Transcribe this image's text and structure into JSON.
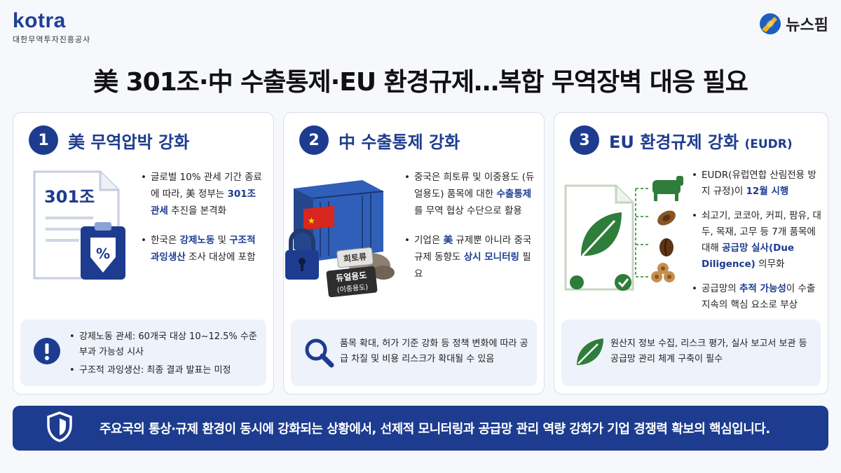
{
  "brand": {
    "kotra_word": "kotra",
    "kotra_sub": "대한무역투자진흥공사",
    "news_word": "뉴스핌"
  },
  "headline": "美 301조·中 수출통제·EU 환경규제…복합 무역장벽 대응 필요",
  "cards": [
    {
      "num": "1",
      "title": "美 무역압박 강화",
      "doc_label": "301조",
      "bullets": [
        [
          "글로벌 10% 관세 기간 종료에 따라, 美 정부는 ",
          "301조 관세",
          " 추진을 본격화"
        ],
        [
          "한국은 ",
          "강제노동",
          " 및 ",
          "구조적 과잉생산",
          " 조사 대상에 포함"
        ]
      ],
      "note": [
        "강제노동 관세: 60개국 대상 10~12.5% 수준 부과 가능성 시사",
        "구조적 과잉생산: 최종 결과 발표는 미정"
      ]
    },
    {
      "num": "2",
      "title": "中 수출통제 강화",
      "tag_top": "희토류",
      "tag_mid": "듀얼용도",
      "tag_sub": "(이중용도)",
      "bullets": [
        [
          "중국은 희토류 및 이중용도 (듀얼용도) 품목에 대한 ",
          "수출통제",
          "를 무역 협상 수단으로 활용"
        ],
        [
          "기업은 ",
          "美",
          " 규제뿐 아니라 중국 규제 동향도 ",
          "상시 모니터링",
          " 필요"
        ]
      ],
      "note": "품목 확대, 허가 기준 강화 등 정책 변화에 따라 공급 차질 및 비용 리스크가 확대될 수 있음"
    },
    {
      "num": "3",
      "title": "EU 환경규제 강화",
      "title_suffix": "(EUDR)",
      "bullets": [
        [
          "EUDR(유럽연합 산림전용 방지 규정)이 ",
          "12월 시행",
          ""
        ],
        [
          "쇠고기, 코코아, 커피, 팜유, 대두, 목재, 고무 등 7개 품목에 대해 ",
          "공급망 실사(Due Diligence)",
          " 의무화"
        ],
        [
          "공급망의 ",
          "추적 가능성",
          "이 수출 지속의 핵심 요소로 부상"
        ]
      ],
      "note": "원산지 정보 수집, 리스크 평가, 실사 보고서 보관 등 공급망 관리 체계 구축이 필수"
    }
  ],
  "footer": "주요국의 통상·규제 환경이 동시에 강화되는 상황에서, 선제적 모니터링과 공급망 관리 역량 강화가 기업 경쟁력 확보의 핵심입니다.",
  "colors": {
    "accent": "#1d3c8f",
    "card_bg": "#ffffff",
    "note_bg": "#eef2fa"
  },
  "icons": [
    "document-icon",
    "percent-clipboard-icon",
    "container-icon",
    "lock-icon",
    "ore-icon",
    "alert-icon",
    "magnifier-icon",
    "leaf-doc-icon",
    "cattle-icon",
    "cocoa-icon",
    "coffee-icon",
    "logs-icon",
    "leaf-icon",
    "shield-icon"
  ]
}
